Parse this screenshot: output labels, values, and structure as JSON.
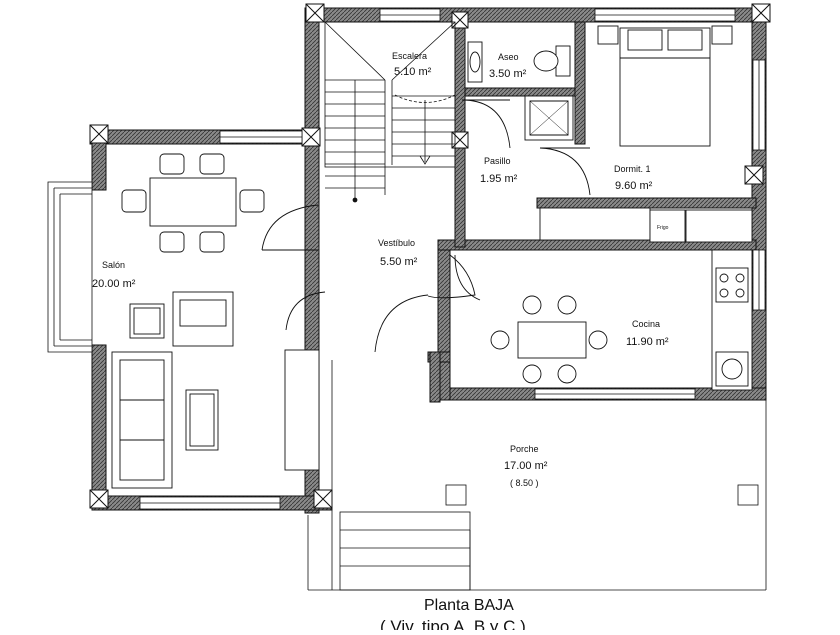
{
  "plan": {
    "rooms": {
      "escalera": {
        "name": "Escalera",
        "area": "5.10 m²"
      },
      "aseo": {
        "name": "Aseo",
        "area": "3.50 m²"
      },
      "dormit": {
        "name": "Dormit. 1",
        "area": "9.60 m²"
      },
      "pasillo": {
        "name": "Pasillo",
        "area": "1.95 m²"
      },
      "vestibulo": {
        "name": "Vestíbulo",
        "area": "5.50 m²"
      },
      "salon": {
        "name": "Salón",
        "area": "20.00 m²"
      },
      "cocina": {
        "name": "Cocina",
        "area": "11.90 m²"
      },
      "porche": {
        "name": "Porche",
        "area": "17.00 m²",
        "note": "( 8.50 )"
      }
    },
    "appliance_label": "Frigo",
    "caption": {
      "title": "Planta BAJA",
      "subtitle": "( Viv. tipo A, B y C )"
    },
    "colors": {
      "wall_fill": "#8a8a8a",
      "line": "#111111",
      "background": "#ffffff"
    }
  }
}
